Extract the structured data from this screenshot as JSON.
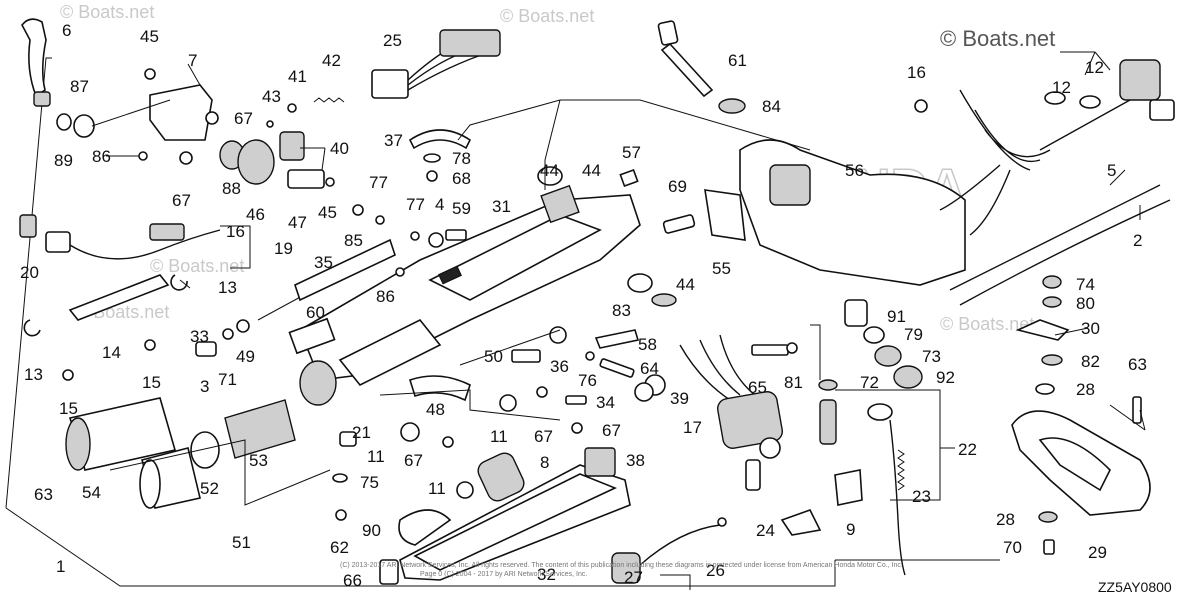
{
  "watermarks": [
    "© Boats.net",
    "© Boats.net",
    "© Boats.net",
    "© Boats.net",
    "© Boats.net",
    "© Boats.net"
  ],
  "diagram_code": "ZZ5AY0800",
  "copyright_lines": [
    "(C) 2013-2017 ARI Network Services, Inc. All rights reserved. The content of this publication including these diagrams is protected under license from American Honda Motor Co., Inc.",
    "Page 0 (C) 2004 - 2017 by ARI Network Services, Inc."
  ],
  "callouts": {
    "c1": "1",
    "c2": "2",
    "c3": "3",
    "c4": "4",
    "c5": "5",
    "c6": "6",
    "c7": "7",
    "c8": "8",
    "c9": "9",
    "c11a": "11",
    "c11b": "11",
    "c11c": "11",
    "c12a": "12",
    "c12b": "12",
    "c13a": "13",
    "c13b": "13",
    "c14": "14",
    "c15a": "15",
    "c15b": "15",
    "c16a": "16",
    "c16b": "16",
    "c17": "17",
    "c19": "19",
    "c20": "20",
    "c21": "21",
    "c22": "22",
    "c23": "23",
    "c24": "24",
    "c25": "25",
    "c26": "26",
    "c27": "27",
    "c28a": "28",
    "c28b": "28",
    "c29": "29",
    "c30": "30",
    "c31": "31",
    "c32": "32",
    "c33": "33",
    "c34": "34",
    "c35": "35",
    "c36": "36",
    "c37": "37",
    "c38": "38",
    "c39": "39",
    "c40": "40",
    "c41": "41",
    "c42": "42",
    "c43": "43",
    "c44a": "44",
    "c44b": "44",
    "c45a": "45",
    "c45b": "45",
    "c46": "46",
    "c47": "47",
    "c48": "48",
    "c49": "49",
    "c50": "50",
    "c51": "51",
    "c52": "52",
    "c53": "53",
    "c54": "54",
    "c55": "55",
    "c56": "56",
    "c57": "57",
    "c58": "58",
    "c59": "59",
    "c60": "60",
    "c61": "61",
    "c62": "62",
    "c63a": "63",
    "c63b": "63",
    "c64": "64",
    "c65": "65",
    "c66": "66",
    "c67a": "67",
    "c67b": "67",
    "c67c": "67",
    "c67d": "67",
    "c67e": "67",
    "c68": "68",
    "c69": "69",
    "c70": "70",
    "c71": "71",
    "c72": "72",
    "c73": "73",
    "c74": "74",
    "c75": "75",
    "c76": "76",
    "c77a": "77",
    "c77b": "77",
    "c78": "78",
    "c79": "79",
    "c80": "80",
    "c81": "81",
    "c82": "82",
    "c83": "83",
    "c84": "84",
    "c85": "85",
    "c86a": "86",
    "c86b": "86",
    "c87": "87",
    "c88": "88",
    "c89": "89",
    "c90": "90",
    "c91": "91",
    "c92": "92"
  }
}
